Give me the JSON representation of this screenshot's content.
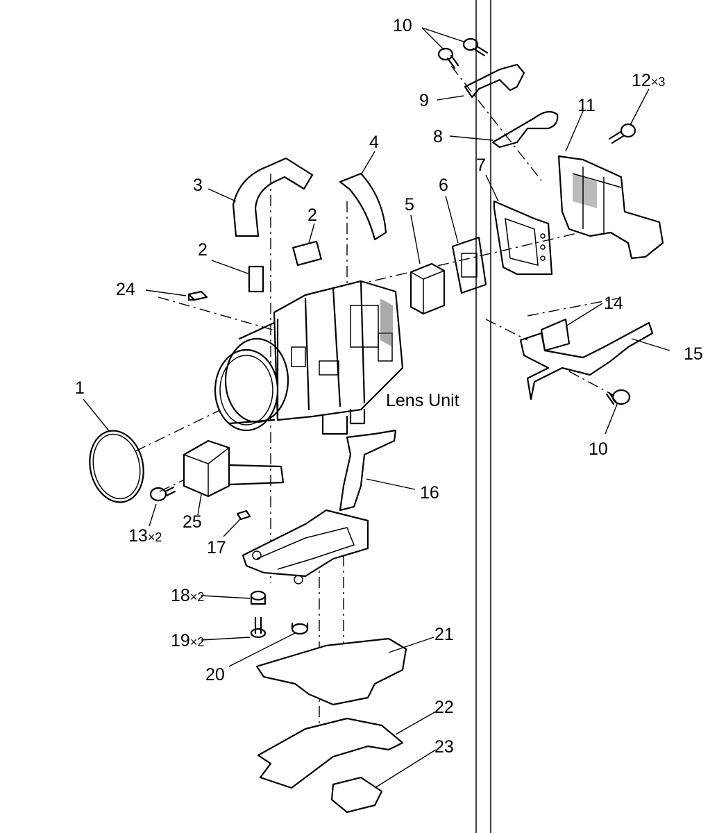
{
  "diagram": {
    "unit_label": "Lens Unit",
    "callouts": [
      {
        "id": "c1",
        "num": "1",
        "mult": ""
      },
      {
        "id": "c2a",
        "num": "2",
        "mult": ""
      },
      {
        "id": "c2b",
        "num": "2",
        "mult": ""
      },
      {
        "id": "c3",
        "num": "3",
        "mult": ""
      },
      {
        "id": "c4",
        "num": "4",
        "mult": ""
      },
      {
        "id": "c5",
        "num": "5",
        "mult": ""
      },
      {
        "id": "c6",
        "num": "6",
        "mult": ""
      },
      {
        "id": "c7",
        "num": "7",
        "mult": ""
      },
      {
        "id": "c8",
        "num": "8",
        "mult": ""
      },
      {
        "id": "c9",
        "num": "9",
        "mult": ""
      },
      {
        "id": "c10a",
        "num": "10",
        "mult": ""
      },
      {
        "id": "c10b",
        "num": "10",
        "mult": ""
      },
      {
        "id": "c11",
        "num": "11",
        "mult": ""
      },
      {
        "id": "c12",
        "num": "12",
        "mult": "×3"
      },
      {
        "id": "c13",
        "num": "13",
        "mult": "×2"
      },
      {
        "id": "c14",
        "num": "14",
        "mult": ""
      },
      {
        "id": "c15",
        "num": "15",
        "mult": ""
      },
      {
        "id": "c16",
        "num": "16",
        "mult": ""
      },
      {
        "id": "c17",
        "num": "17",
        "mult": ""
      },
      {
        "id": "c18",
        "num": "18",
        "mult": "×2"
      },
      {
        "id": "c19",
        "num": "19",
        "mult": "×2"
      },
      {
        "id": "c20",
        "num": "20",
        "mult": ""
      },
      {
        "id": "c21",
        "num": "21",
        "mult": ""
      },
      {
        "id": "c22",
        "num": "22",
        "mult": ""
      },
      {
        "id": "c23",
        "num": "23",
        "mult": ""
      },
      {
        "id": "c24",
        "num": "24",
        "mult": ""
      },
      {
        "id": "c25",
        "num": "25",
        "mult": ""
      }
    ]
  }
}
